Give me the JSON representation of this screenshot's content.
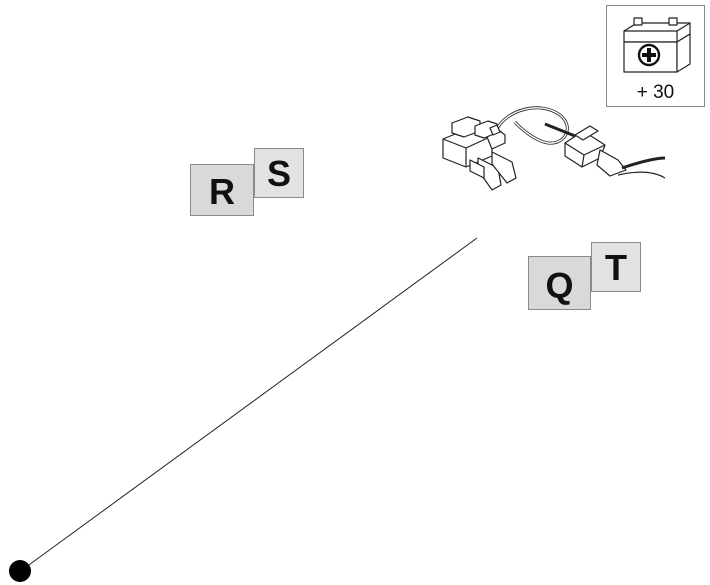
{
  "labels": {
    "r": "R",
    "s": "S",
    "q": "Q",
    "t": "T"
  },
  "battery": {
    "caption": "+ 30",
    "icon": "battery-plus-icon"
  },
  "connector": {
    "icon": "fuse-tap-adapter-icon"
  },
  "pointer": {
    "icon": "leader-line-dot-icon"
  },
  "colors": {
    "box_fill": "#d9d9d9",
    "box_border": "#8a8a8a",
    "line": "#222222"
  }
}
